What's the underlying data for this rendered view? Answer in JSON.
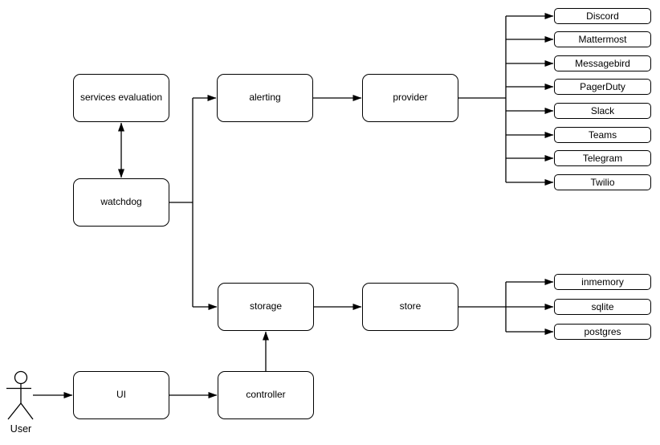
{
  "diagram": {
    "nodes": {
      "services_evaluation": {
        "label": "services evaluation"
      },
      "watchdog": {
        "label": "watchdog"
      },
      "alerting": {
        "label": "alerting"
      },
      "provider": {
        "label": "provider"
      },
      "storage": {
        "label": "storage"
      },
      "store": {
        "label": "store"
      },
      "ui": {
        "label": "UI"
      },
      "controller": {
        "label": "controller"
      }
    },
    "providers": [
      "Discord",
      "Mattermost",
      "Messagebird",
      "PagerDuty",
      "Slack",
      "Teams",
      "Telegram",
      "Twilio"
    ],
    "stores": [
      "inmemory",
      "sqlite",
      "postgres"
    ],
    "actor": {
      "label": "User"
    },
    "edges": [
      {
        "from": "services evaluation",
        "to": "watchdog",
        "direction": "both"
      },
      {
        "from": "watchdog",
        "to": "alerting"
      },
      {
        "from": "watchdog",
        "to": "storage"
      },
      {
        "from": "alerting",
        "to": "provider"
      },
      {
        "from": "provider",
        "to": "Discord"
      },
      {
        "from": "provider",
        "to": "Mattermost"
      },
      {
        "from": "provider",
        "to": "Messagebird"
      },
      {
        "from": "provider",
        "to": "PagerDuty"
      },
      {
        "from": "provider",
        "to": "Slack"
      },
      {
        "from": "provider",
        "to": "Teams"
      },
      {
        "from": "provider",
        "to": "Telegram"
      },
      {
        "from": "provider",
        "to": "Twilio"
      },
      {
        "from": "storage",
        "to": "store"
      },
      {
        "from": "store",
        "to": "inmemory"
      },
      {
        "from": "store",
        "to": "sqlite"
      },
      {
        "from": "store",
        "to": "postgres"
      },
      {
        "from": "controller",
        "to": "storage"
      },
      {
        "from": "UI",
        "to": "controller"
      },
      {
        "from": "User",
        "to": "UI"
      }
    ],
    "colors": {
      "stroke": "#000000",
      "node_fill": "#ffffff",
      "text": "#000000",
      "background": "#ffffff"
    }
  }
}
